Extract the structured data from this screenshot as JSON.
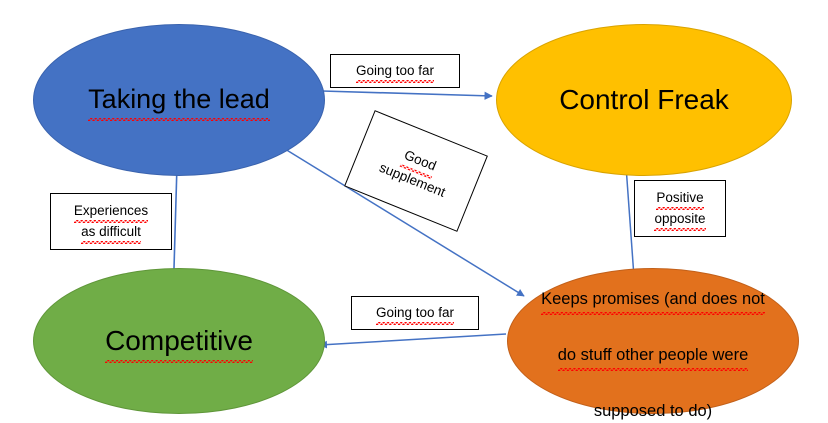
{
  "diagram": {
    "type": "cycle-diagram",
    "title": "",
    "background": "#ffffff",
    "nodes": [
      {
        "id": "taking-the-lead",
        "label": "Taking the lead",
        "shape": "ellipse",
        "color": "#4472C4",
        "spellcheck_underline": true
      },
      {
        "id": "control-freak",
        "label": "Control Freak",
        "shape": "ellipse",
        "color": "#FFC000",
        "spellcheck_underline": false
      },
      {
        "id": "competitive",
        "label": "Competitive",
        "shape": "ellipse",
        "color": "#70AD47",
        "spellcheck_underline": true
      },
      {
        "id": "keeps-promises",
        "label": "Keeps promises (and does not do stuff other people were supposed to do)",
        "line1": "Keeps promises (and does not",
        "line2": "do stuff other people were",
        "line3": "supposed to do)",
        "shape": "ellipse",
        "color": "#E2711D",
        "spellcheck_underline": true
      }
    ],
    "edges": [
      {
        "id": "lead-to-control",
        "from": "taking-the-lead",
        "to": "control-freak",
        "label": "Going too far",
        "color": "#4472C4"
      },
      {
        "id": "lead-to-keeps",
        "from": "taking-the-lead",
        "to": "keeps-promises",
        "label_line1": "Good",
        "label_line2": "supplement",
        "label": "Good supplement",
        "color": "#4472C4"
      },
      {
        "id": "control-to-keeps",
        "from": "control-freak",
        "to": "keeps-promises",
        "label_line1": "Positive",
        "label_line2": "opposite",
        "label": "Positive opposite",
        "color": "#4472C4"
      },
      {
        "id": "keeps-to-competitive",
        "from": "keeps-promises",
        "to": "competitive",
        "label": "Going too far",
        "color": "#4472C4"
      },
      {
        "id": "competitive-to-lead",
        "from": "competitive",
        "to": "taking-the-lead",
        "label_line1": "Experiences",
        "label_line2": "as difficult",
        "label": "Experiences as difficult",
        "color": "#4472C4"
      }
    ]
  }
}
